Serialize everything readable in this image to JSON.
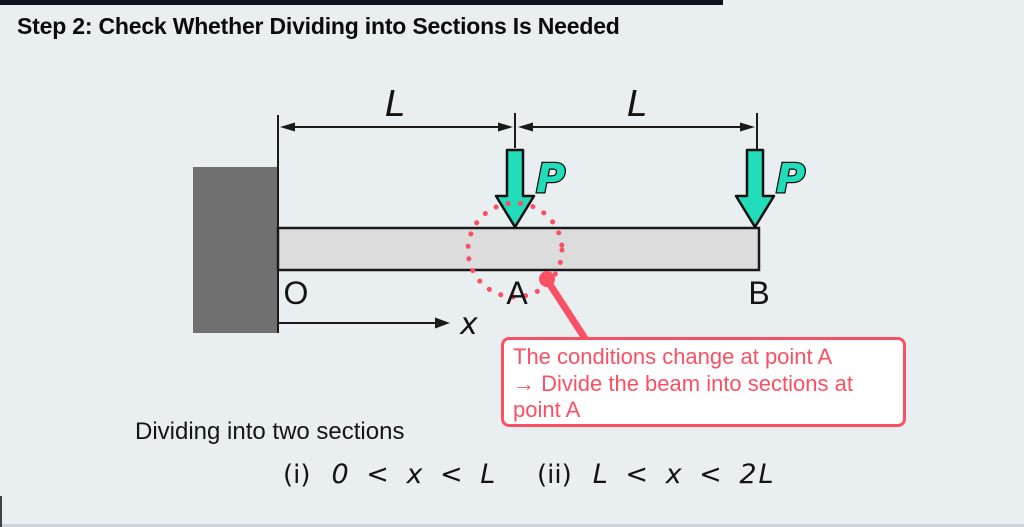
{
  "colors": {
    "bg": "#e9eef1",
    "teal": "#21ddba",
    "pink": "#fa5064",
    "ink": "#111111",
    "wall-gray": "#707070",
    "beam-gray": "#dcdcdc"
  },
  "title": "Step 2: Check Whether Dividing into Sections Is Needed",
  "diagram": {
    "dim_left_label": "L",
    "dim_right_label": "L",
    "load_a_label": "P",
    "load_b_label": "P",
    "origin_label": "O",
    "point_a_label": "A",
    "point_b_label": "B",
    "axis_label": "x"
  },
  "callout": {
    "lines": [
      "The conditions change at point A",
      "→ Divide the beam into sections at",
      "point A"
    ]
  },
  "sections": {
    "intro": "Dividing into two sections",
    "cases": [
      {
        "label": "(i)",
        "range": "0 < x < L"
      },
      {
        "label": "(ii)",
        "range": "L < x < 2L"
      }
    ]
  }
}
